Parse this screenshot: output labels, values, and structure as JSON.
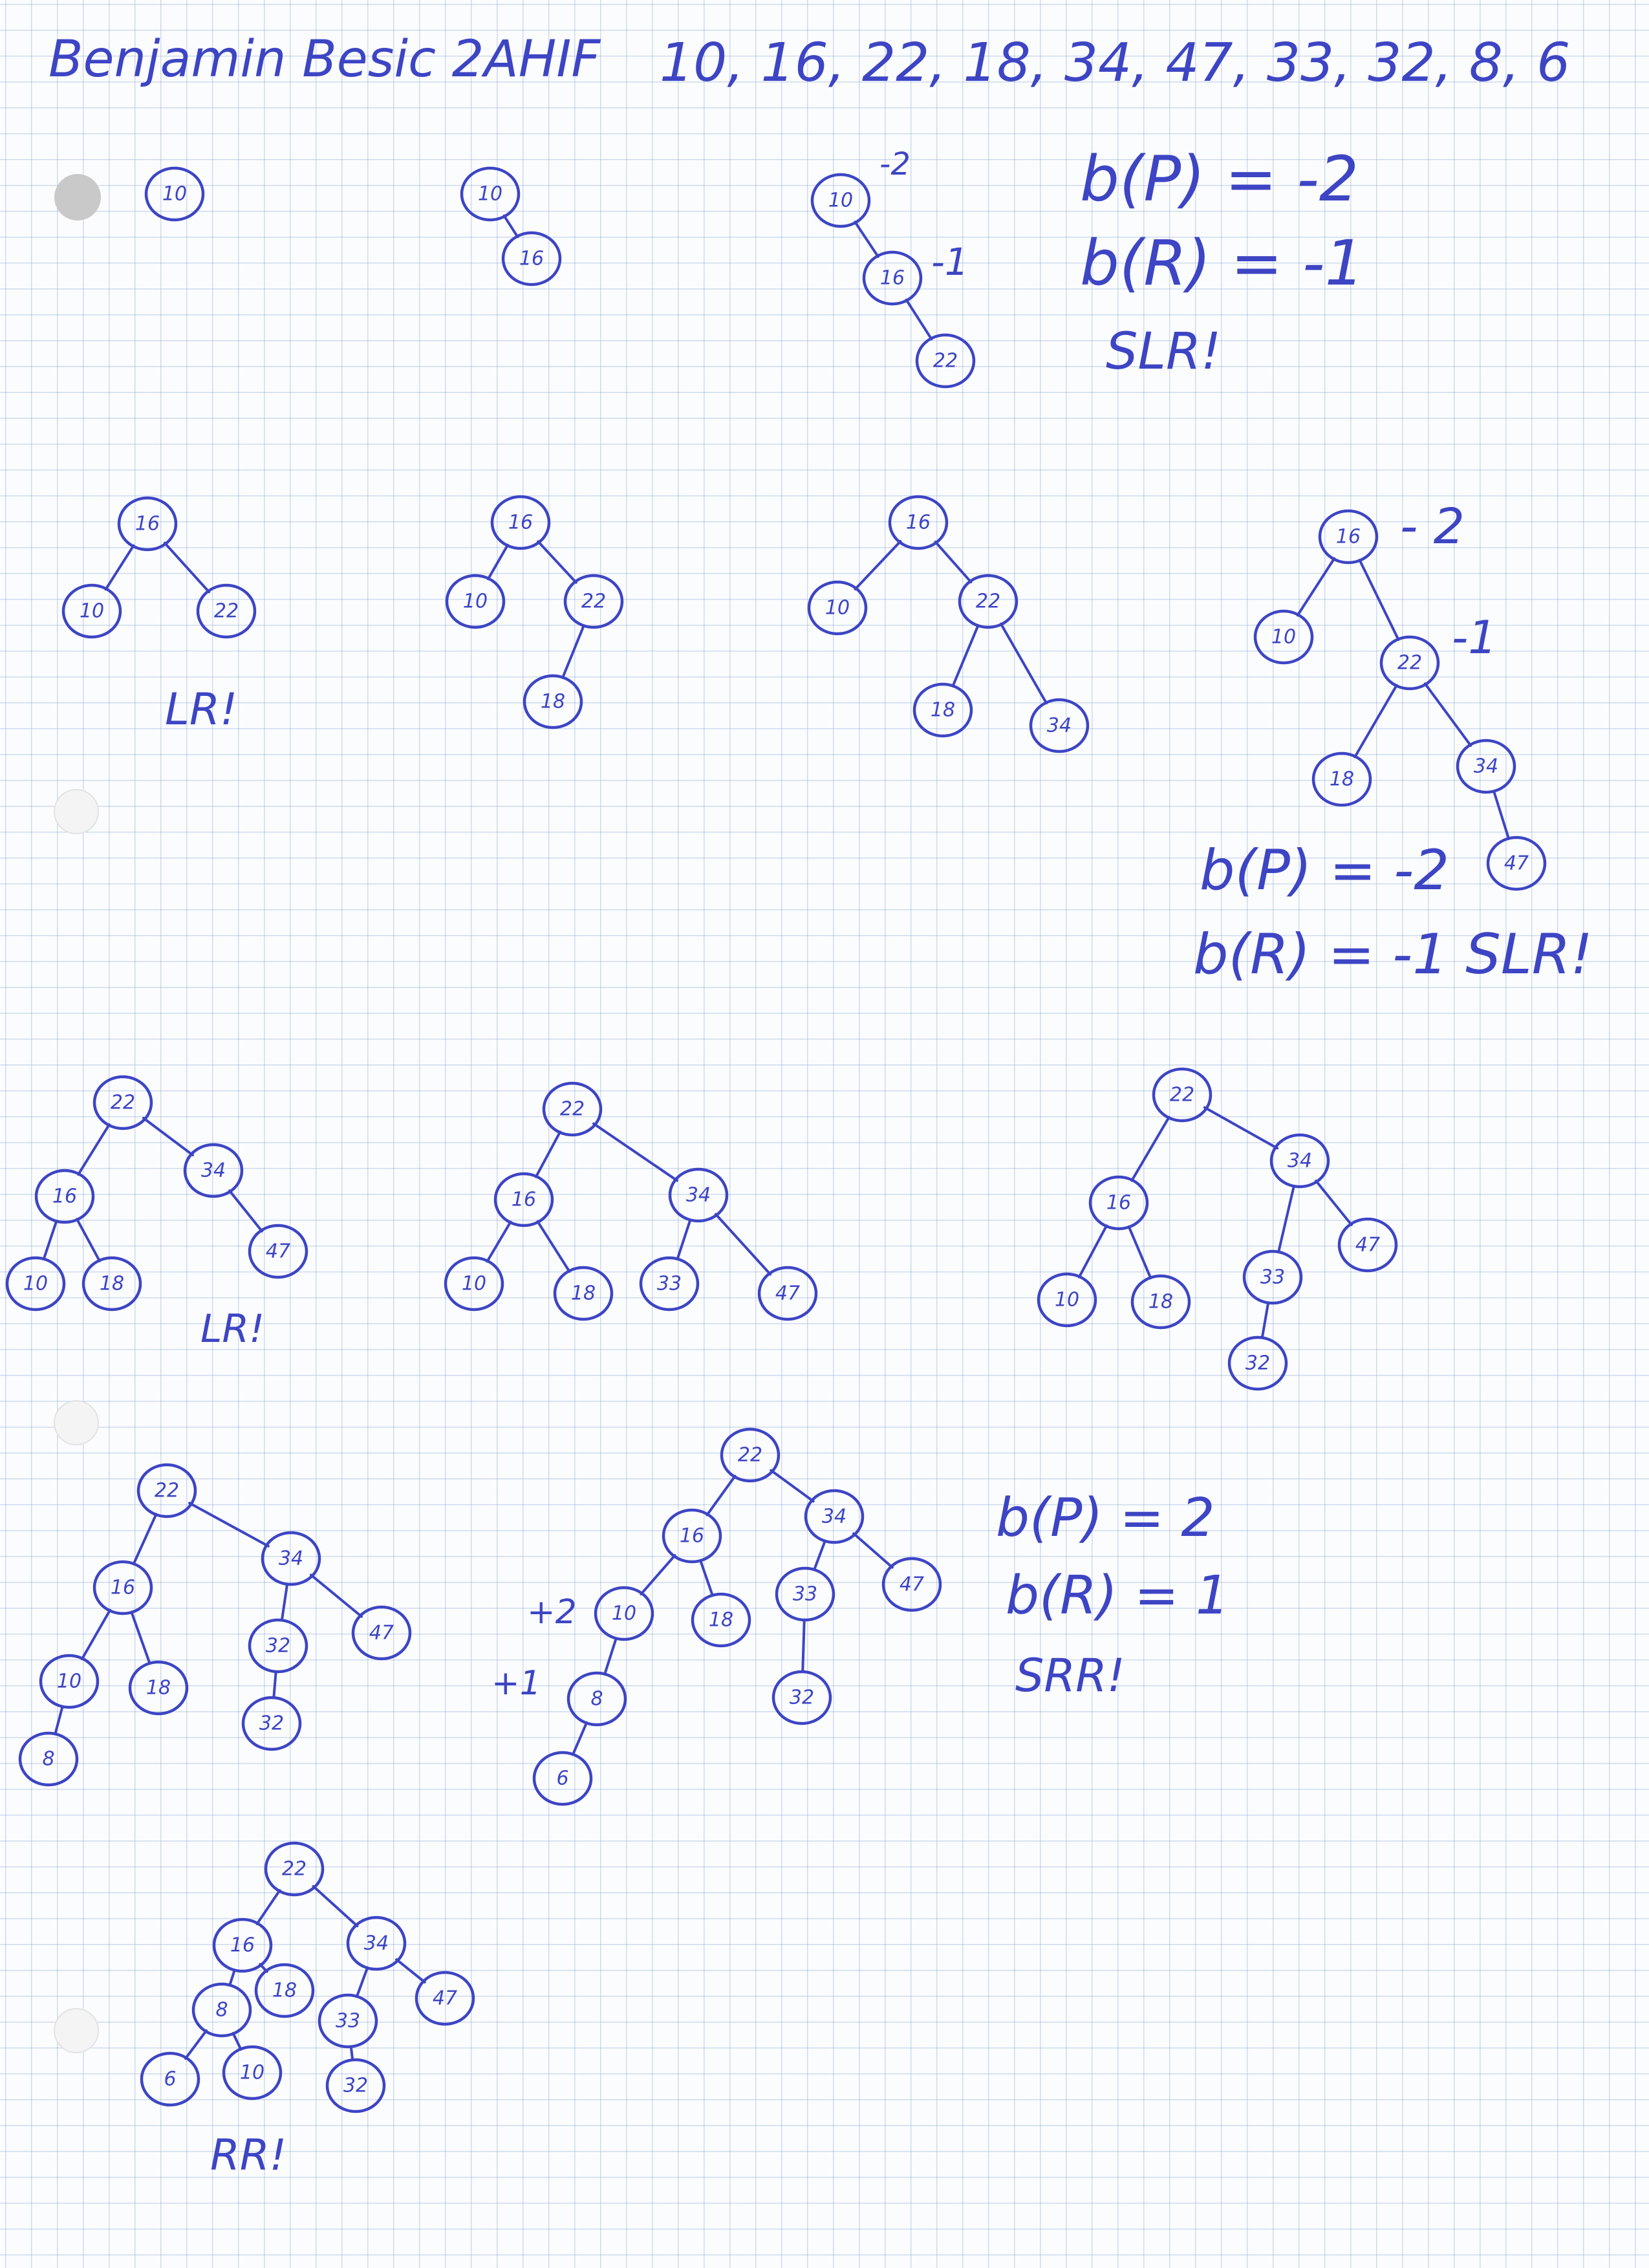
{
  "header": {
    "name": "Benjamin Besic 2AHIF",
    "sequence": "10, 16, 22, 18, 34, 47, 33, 32, 8, 6"
  },
  "colors": {
    "ink": "#3d45c4",
    "grid": "#8fa6d8",
    "paper": "#fbfcfe"
  },
  "annotations": {
    "a1": "-2",
    "a2": "-1",
    "a3": "b(P) = -2",
    "a4": "b(R) = -1",
    "a5": "SLR!",
    "a6": "LR!",
    "a7": "- 2",
    "a8": "-1",
    "a9": "b(P) = -2",
    "a10": "b(R) = -1 SLR!",
    "a11": "LR!",
    "a12": "+2",
    "a13": "+1",
    "a14": "b(P) = 2",
    "a15": "b(R) = 1",
    "a16": "SRR!",
    "a17": "RR!"
  },
  "trees": [
    {
      "nodes": [
        {
          "v": "10"
        }
      ]
    },
    {
      "nodes": [
        {
          "v": "10"
        },
        {
          "v": "16"
        }
      ]
    },
    {
      "nodes": [
        {
          "v": "10"
        },
        {
          "v": "16"
        },
        {
          "v": "22"
        }
      ]
    },
    {
      "nodes": [
        {
          "v": "16"
        },
        {
          "v": "10"
        },
        {
          "v": "22"
        }
      ]
    },
    {
      "nodes": [
        {
          "v": "16"
        },
        {
          "v": "10"
        },
        {
          "v": "22"
        },
        {
          "v": "18"
        }
      ]
    },
    {
      "nodes": [
        {
          "v": "16"
        },
        {
          "v": "10"
        },
        {
          "v": "22"
        },
        {
          "v": "18"
        },
        {
          "v": "34"
        }
      ]
    },
    {
      "nodes": [
        {
          "v": "16"
        },
        {
          "v": "10"
        },
        {
          "v": "22"
        },
        {
          "v": "18"
        },
        {
          "v": "34"
        },
        {
          "v": "47"
        }
      ]
    },
    {
      "nodes": [
        {
          "v": "22"
        },
        {
          "v": "16"
        },
        {
          "v": "34"
        },
        {
          "v": "10"
        },
        {
          "v": "18"
        },
        {
          "v": "47"
        }
      ]
    },
    {
      "nodes": [
        {
          "v": "22"
        },
        {
          "v": "16"
        },
        {
          "v": "34"
        },
        {
          "v": "10"
        },
        {
          "v": "18"
        },
        {
          "v": "33"
        },
        {
          "v": "47"
        }
      ]
    },
    {
      "nodes": [
        {
          "v": "22"
        },
        {
          "v": "16"
        },
        {
          "v": "34"
        },
        {
          "v": "10"
        },
        {
          "v": "18"
        },
        {
          "v": "33"
        },
        {
          "v": "47"
        },
        {
          "v": "32"
        }
      ]
    },
    {
      "nodes": [
        {
          "v": "22"
        },
        {
          "v": "16"
        },
        {
          "v": "34"
        },
        {
          "v": "10"
        },
        {
          "v": "18"
        },
        {
          "v": "32"
        },
        {
          "v": "47"
        },
        {
          "v": "8"
        },
        {
          "v": "32"
        }
      ]
    },
    {
      "nodes": [
        {
          "v": "22"
        },
        {
          "v": "16"
        },
        {
          "v": "34"
        },
        {
          "v": "10"
        },
        {
          "v": "18"
        },
        {
          "v": "33"
        },
        {
          "v": "47"
        },
        {
          "v": "8"
        },
        {
          "v": "32"
        },
        {
          "v": "6"
        }
      ]
    },
    {
      "nodes": [
        {
          "v": "22"
        },
        {
          "v": "16"
        },
        {
          "v": "34"
        },
        {
          "v": "8"
        },
        {
          "v": "18"
        },
        {
          "v": "33"
        },
        {
          "v": "47"
        },
        {
          "v": "6"
        },
        {
          "v": "10"
        },
        {
          "v": "32"
        }
      ]
    }
  ]
}
